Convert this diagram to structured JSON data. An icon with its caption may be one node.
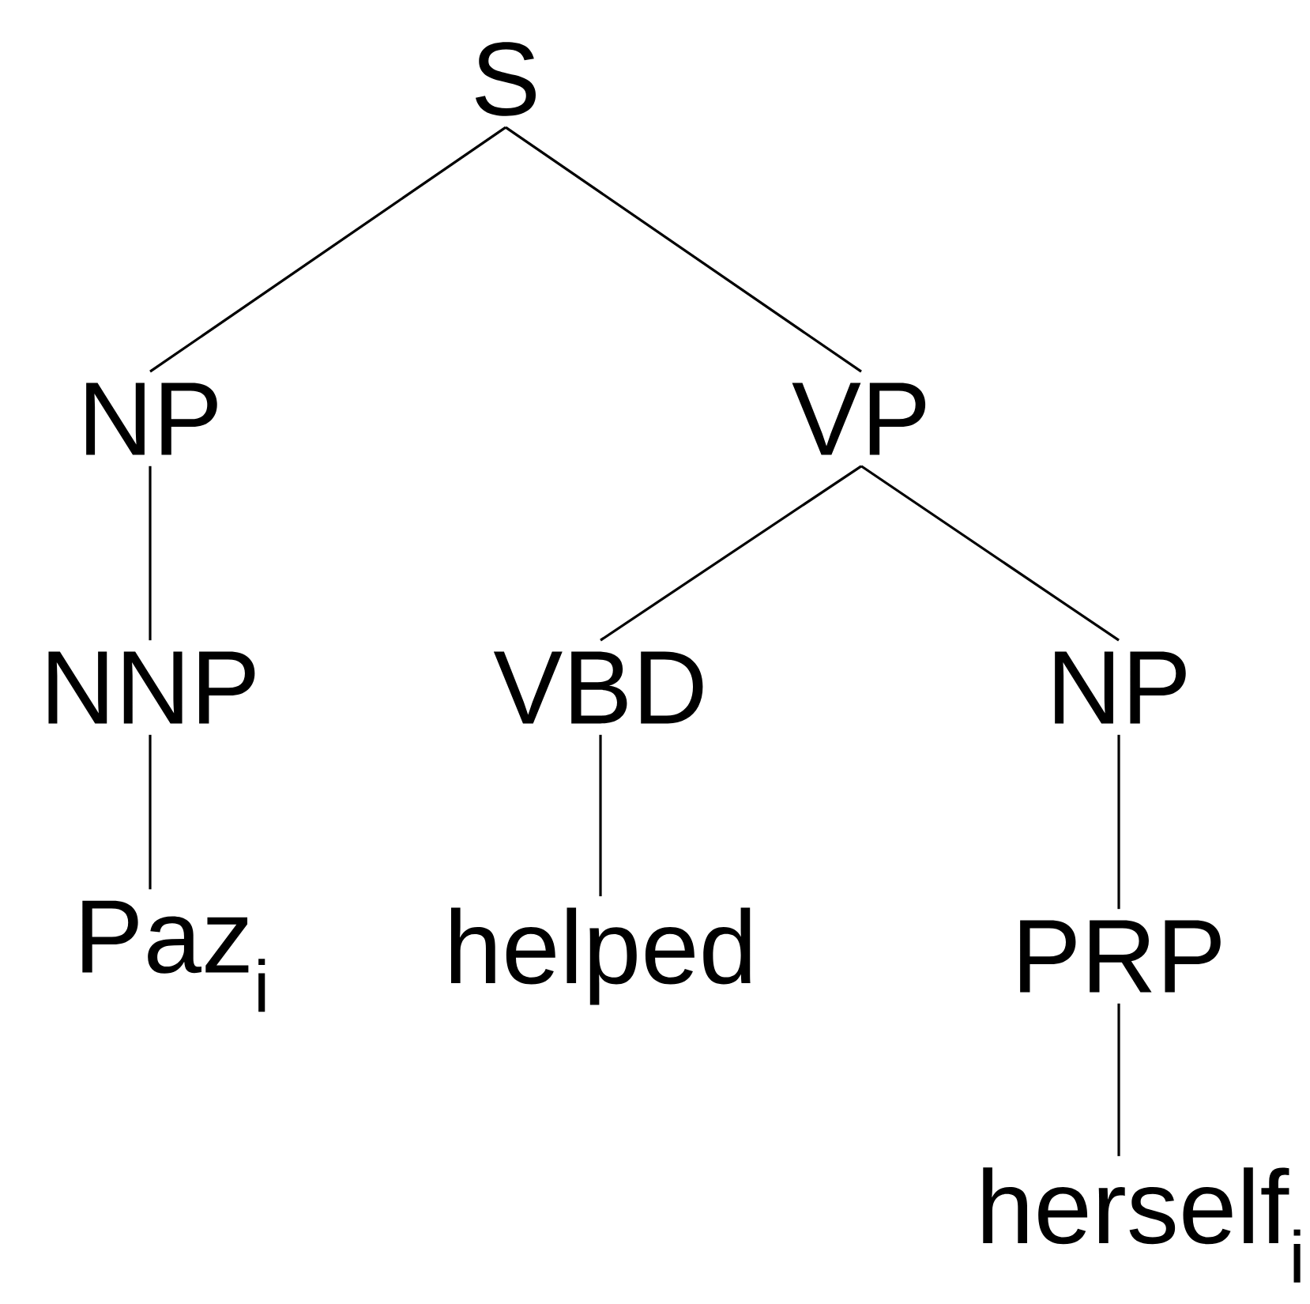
{
  "diagram": {
    "nodes": [
      {
        "text": [
          "S"
        ]
      },
      {
        "text": [
          "NP"
        ]
      },
      {
        "text": [
          "VP"
        ]
      },
      {
        "text": [
          "NNP"
        ]
      },
      {
        "text": [
          "VBD"
        ]
      },
      {
        "text": [
          "NP"
        ]
      },
      {
        "text": [
          "Paz$_{i}$"
        ]
      },
      {
        "text": [
          "helped"
        ]
      },
      {
        "text": [
          "PRP"
        ]
      },
      {
        "text": [
          "herself$_{i}$"
        ]
      }
    ],
    "edges": [
      {
        "from": 0,
        "to": 1,
        "arrow": "none"
      },
      {
        "from": 0,
        "to": 2,
        "arrow": "none"
      },
      {
        "from": 1,
        "to": 3,
        "arrow": "none"
      },
      {
        "from": 2,
        "to": 4,
        "arrow": "none"
      },
      {
        "from": 2,
        "to": 5,
        "arrow": "none"
      },
      {
        "from": 3,
        "to": 6,
        "arrow": "none"
      },
      {
        "from": 4,
        "to": 7,
        "arrow": "none"
      },
      {
        "from": 5,
        "to": 8,
        "arrow": "none"
      },
      {
        "from": 8,
        "to": 9,
        "arrow": "none"
      }
    ]
  }
}
